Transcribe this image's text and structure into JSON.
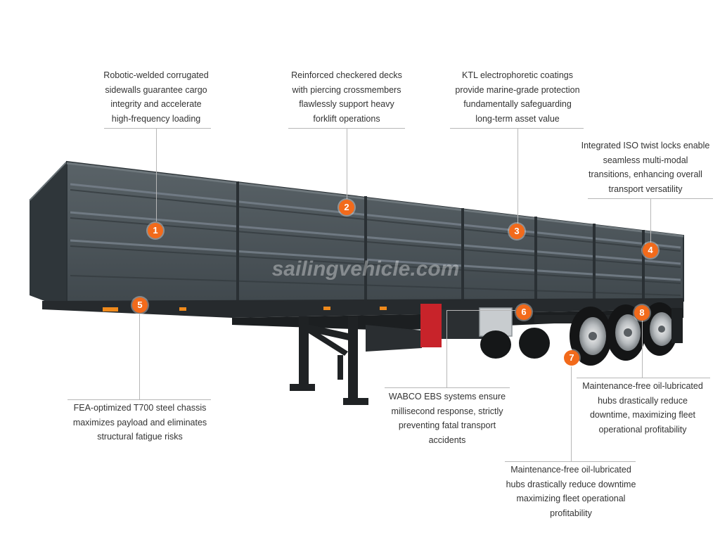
{
  "watermark": "sailingvehicle.com",
  "colors": {
    "marker": "#f26a1b",
    "body": "#4c555a",
    "chassis": "#262626",
    "lead_line": "#b7b7b7"
  },
  "callouts": [
    {
      "num": "1",
      "lines": [
        "Robotic-welded corrugated",
        "sidewalls guarantee cargo",
        "integrity and accelerate",
        "high-frequency loading"
      ]
    },
    {
      "num": "2",
      "lines": [
        "Reinforced checkered decks",
        "with piercing crossmembers",
        "flawlessly support heavy",
        "forklift operations"
      ]
    },
    {
      "num": "3",
      "lines": [
        "KTL electrophoretic coatings",
        "provide marine-grade protection",
        "fundamentally safeguarding",
        "long-term asset value"
      ]
    },
    {
      "num": "4",
      "lines": [
        "Integrated ISO twist locks enable",
        "seamless multi-modal",
        "transitions, enhancing overall",
        "transport versatility"
      ]
    },
    {
      "num": "5",
      "lines": [
        "FEA-optimized T700 steel chassis",
        "maximizes payload and eliminates",
        "structural fatigue risks"
      ]
    },
    {
      "num": "6",
      "lines": [
        "WABCO EBS systems ensure",
        "millisecond response, strictly",
        "preventing fatal transport",
        "accidents"
      ]
    },
    {
      "num": "7",
      "lines": [
        "Maintenance-free oil-lubricated",
        "hubs drastically reduce downtime",
        "maximizing fleet operational",
        "profitability"
      ]
    },
    {
      "num": "8",
      "lines": [
        "Maintenance-free oil-lubricated",
        "hubs drastically reduce",
        "downtime, maximizing fleet",
        "operational profitability"
      ]
    }
  ]
}
